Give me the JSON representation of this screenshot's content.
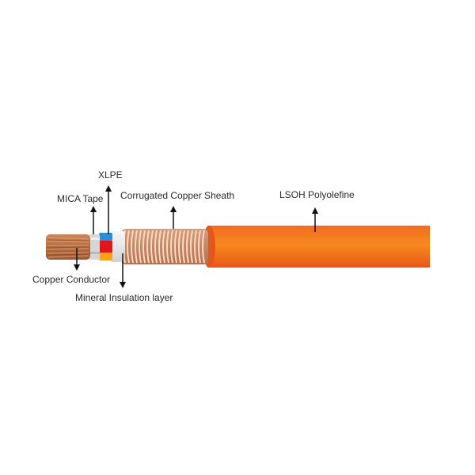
{
  "diagram": {
    "type": "cable-cross-section-cutaway",
    "colors": {
      "jacket": "#f26522",
      "jacket_highlight": "#f7891f",
      "copper": "#b86b3c",
      "copper_light": "#e9b89a",
      "xlpe_blue": "#2b8fd6",
      "xlpe_red": "#e3151c",
      "xlpe_orange": "#f9a11b",
      "mica": "#d9d9d9",
      "mineral": "#f0f0f0",
      "arrow": "#111111"
    },
    "labels": {
      "xlpe": "XLPE",
      "mica_tape": "MICA Tape",
      "corrugated_copper_sheath": "Corrugated Copper Sheath",
      "lsoh_polyolefine": "LSOH Polyolefine",
      "copper_conductor": "Copper Conductor",
      "mineral_insulation_layer": "Mineral Insulation layer"
    }
  }
}
